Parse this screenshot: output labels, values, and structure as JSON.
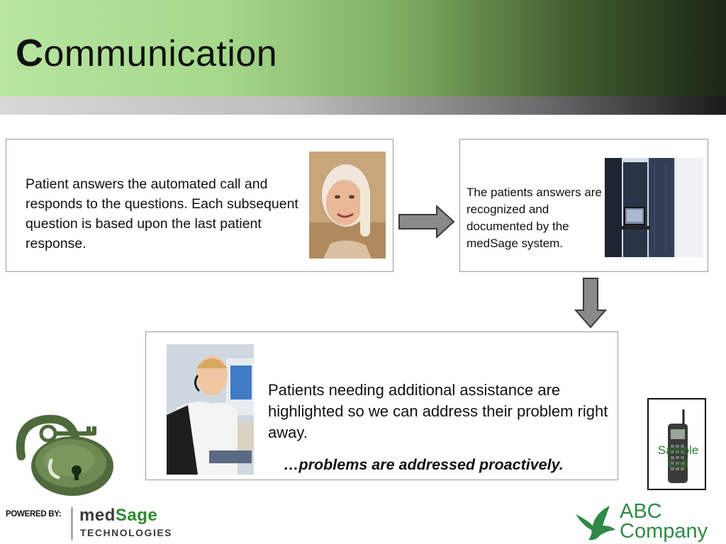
{
  "slide": {
    "title_cap": "C",
    "title_rest": "ommunication"
  },
  "steps": {
    "step1_text": "Patient answers the automated call and responds to the questions.  Each subsequent question is based upon the last patient response.",
    "step2_text": "The patients answers are recognized and documented by the medSage system.",
    "step3_text": "Patients needing additional assistance are highlighted so we can address their problem right away.",
    "tagline": "…problems are addressed proactively."
  },
  "sample_call": {
    "label": "Sample Call"
  },
  "footer": {
    "powered_by": "POWERED BY:",
    "brand_med": "med",
    "brand_sage": "Sage",
    "brand_sub": "TECHNOLOGIES",
    "company_line1": "ABC",
    "company_line2": "Company"
  },
  "colors": {
    "header_green": "#a6d98c",
    "accent_green": "#2f8a46",
    "border_gray": "#9a9a9a"
  },
  "icons": [
    "arrow-right-icon",
    "arrow-down-icon",
    "padlock-key-icon",
    "cell-phone-icon",
    "bird-icon"
  ]
}
